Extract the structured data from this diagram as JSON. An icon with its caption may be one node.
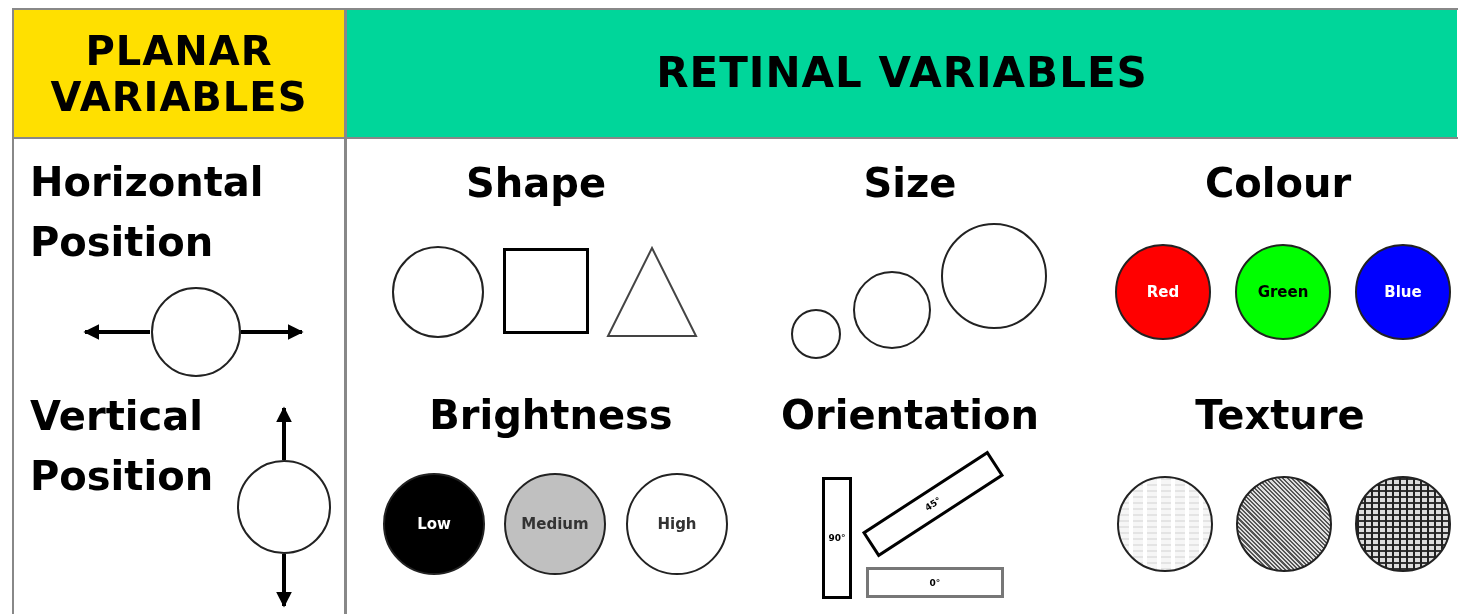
{
  "diagram": {
    "nodes": [
      {
        "text": [
          "PLANAR VARIABLES"
        ]
      },
      {
        "text": [
          "RETINAL VARIABLES"
        ]
      },
      {
        "text": [],
        "shape": "circle"
      },
      {
        "text": [],
        "shape": "circle"
      },
      {
        "text": [],
        "shape": "box"
      },
      {
        "text": [],
        "shape": "triangle"
      },
      {
        "text": [],
        "shape": "circle"
      },
      {
        "text": [],
        "shape": "circle"
      },
      {
        "text": [],
        "shape": "circle"
      },
      {
        "text": [
          "Red"
        ]
      },
      {
        "text": [
          "Green"
        ]
      },
      {
        "text": [
          "Blue"
        ]
      },
      {
        "text": [],
        "shape": "circle"
      },
      {
        "text": [
          "Low"
        ]
      },
      {
        "text": [
          "Medium"
        ]
      },
      {
        "text": [
          "High"
        ]
      },
      {
        "text": [
          "90°"
        ]
      },
      {
        "text": [
          "45°"
        ]
      },
      {
        "text": [
          "0°"
        ]
      },
      {
        "text": [],
        "shape": "circle"
      },
      {
        "text": [],
        "shape": "circle"
      },
      {
        "text": [],
        "shape": "circle"
      }
    ],
    "edges": [],
    "labels": [
      "Horizontal Position",
      "Shape",
      "Size",
      "Colour",
      "Vertical Position",
      "Brightness",
      "Orientation",
      "Texture"
    ]
  }
}
